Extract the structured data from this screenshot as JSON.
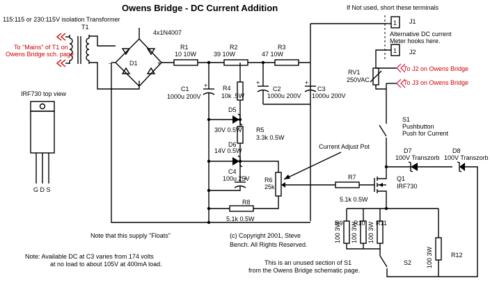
{
  "title": "Owens Bridge - DC Current Addition",
  "top_note": "If Not used, short these terminals",
  "transformer": {
    "label": "115:115 or 230:115V isolation Transformer",
    "ref": "T1"
  },
  "mains": {
    "line1": "To \"Mains\" of T1 on",
    "line2": "Owens Bridge sch. page"
  },
  "bridge": {
    "part": "4x1N4007",
    "ref": "D1",
    "plus": "+",
    "minus": "-"
  },
  "resistors": {
    "R1": {
      "ref": "R1",
      "val": "10  10W"
    },
    "R2": {
      "ref": "R2",
      "val": "39  10W"
    },
    "R3": {
      "ref": "R3",
      "val": "47  10W"
    },
    "R4": {
      "ref": "R4",
      "val": "10k .5W"
    },
    "R5": {
      "ref": "R5",
      "val": "3.3k 0.5W"
    },
    "R6": {
      "ref": "R6",
      "val": "25k"
    },
    "R7": {
      "ref": "R7",
      "val": "5.1k 0.5W"
    },
    "R8": {
      "ref": "R8",
      "val": "5.1k 0.5W"
    },
    "R9": {
      "ref": "R9",
      "val": "100 3W"
    },
    "R10": {
      "ref": "R10",
      "val": "100 3W"
    },
    "R11": {
      "ref": "R11",
      "val": "100 3W"
    },
    "R12": {
      "ref": "R12",
      "val": "100 3W"
    }
  },
  "capacitors": {
    "C1": {
      "ref": "C1",
      "val": "1000u 200V"
    },
    "C2": {
      "ref": "C2",
      "val": "1000u 200V"
    },
    "C3": {
      "ref": "C3",
      "val": "1000u 200V"
    },
    "C4": {
      "ref": "C4",
      "val": "100u 25V"
    }
  },
  "zeners": {
    "D5": {
      "ref": "D5",
      "val": "30V 0.5W"
    },
    "D6": {
      "ref": "D6",
      "val": "14V 0.5W"
    },
    "D7": {
      "ref": "D7",
      "val": "100V Transzorb"
    },
    "D8": {
      "ref": "D8",
      "val": "100V Transzorb"
    }
  },
  "current_adjust": "Current Adjust Pot",
  "q1": {
    "ref": "Q1",
    "part": "IRF730"
  },
  "irf_view": {
    "title": "IRF730 top view",
    "pins": "G D S"
  },
  "j1": {
    "ref": "J1",
    "pin": "1",
    "note1": "Alternative DC current",
    "note2": "Meter hooks here."
  },
  "j2": {
    "ref": "J2",
    "pin": "1"
  },
  "rv1": {
    "ref": "RV1",
    "val": "250VAC"
  },
  "to_j2": "To J2 on Owens Bridge",
  "to_j3": "To J3 on Owens Bridge",
  "s1": {
    "ref": "S1",
    "type": "Pushbutton",
    "note": "Push for Current"
  },
  "s2": {
    "ref": "S2"
  },
  "floats_note": "Note that this supply \"Floats\"",
  "copyright1": "(c) Copyright 2001, Steve",
  "copyright2": "Bench. All Rights Reserved.",
  "bottom_note1": "Note: Available DC at C3 varies from 174 volts",
  "bottom_note2": "at no load to about 105V at 400mA load.",
  "unused1": "This is an unused section of S1",
  "unused2": "from the Owens Bridge schematic page."
}
